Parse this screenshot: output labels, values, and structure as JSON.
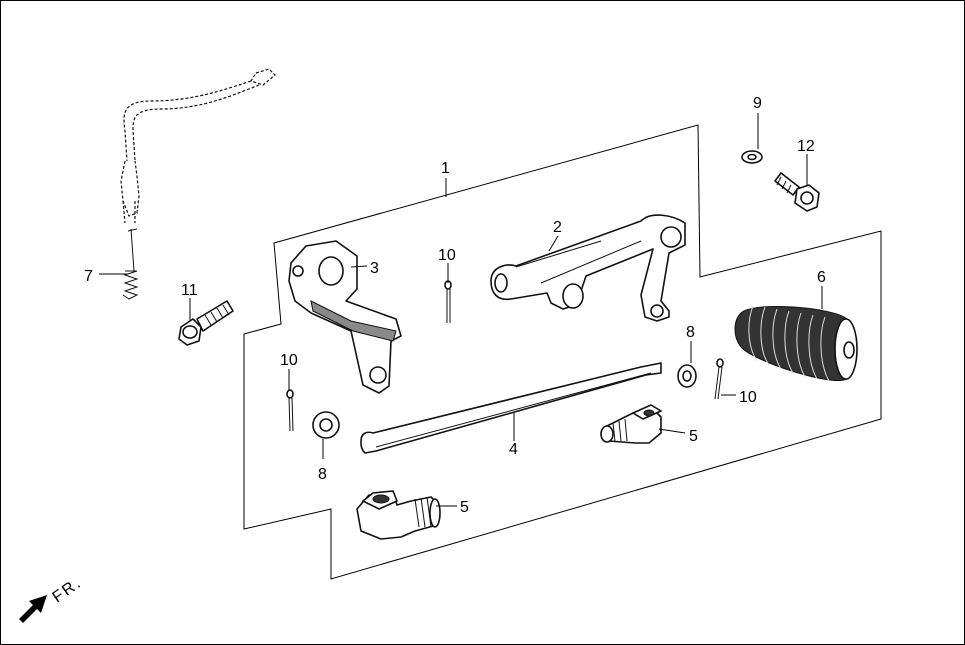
{
  "diagram": {
    "callouts": {
      "c1": "1",
      "c2": "2",
      "c3": "3",
      "c4": "4",
      "c5a": "5",
      "c5b": "5",
      "c6": "6",
      "c7": "7",
      "c8a": "8",
      "c8b": "8",
      "c9": "9",
      "c10a": "10",
      "c10b": "10",
      "c10c": "10",
      "c11": "11",
      "c12": "12"
    },
    "direction": {
      "label": "FR.",
      "icon": "arrow-front-icon"
    }
  }
}
